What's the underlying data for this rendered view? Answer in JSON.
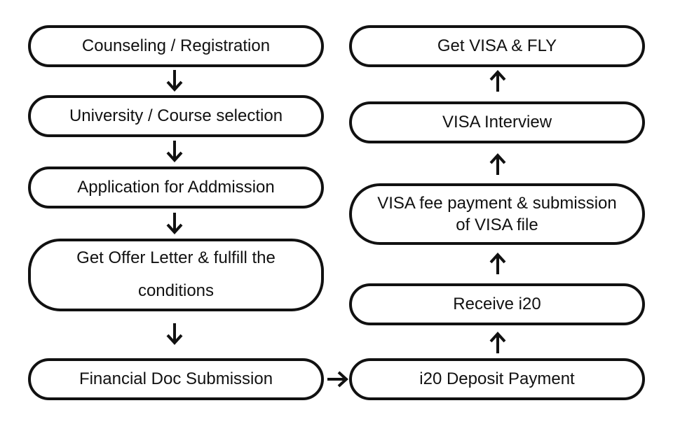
{
  "left_column": [
    {
      "text": "Counseling / Registration"
    },
    {
      "text": "University / Course selection"
    },
    {
      "text": "Application for Addmission"
    },
    {
      "lines": [
        "Get Offer Letter & fulfill the",
        "conditions"
      ]
    },
    {
      "text": "Financial Doc Submission"
    }
  ],
  "right_column": [
    {
      "text": "Get VISA & FLY"
    },
    {
      "text": "VISA Interview"
    },
    {
      "lines": [
        "VISA fee payment & submission",
        "of VISA file"
      ]
    },
    {
      "text": "Receive i20"
    },
    {
      "text": "i20 Deposit Payment"
    }
  ],
  "colors": {
    "stroke": "#111111",
    "background": "#ffffff"
  }
}
